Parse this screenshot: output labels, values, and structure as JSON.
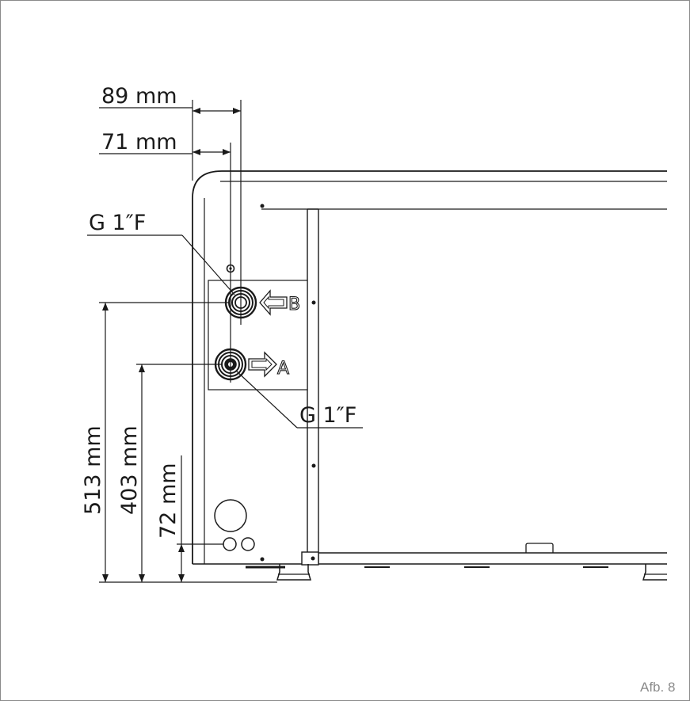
{
  "dimensions": {
    "width_89": "89 mm",
    "width_71": "71 mm",
    "height_513": "513 mm",
    "height_403": "403 mm",
    "height_72": "72 mm"
  },
  "connections": {
    "top_thread": "G 1″F",
    "bottom_thread": "G 1″F",
    "port_b": "B",
    "port_a": "A"
  },
  "figure_label": "Afb. 8"
}
